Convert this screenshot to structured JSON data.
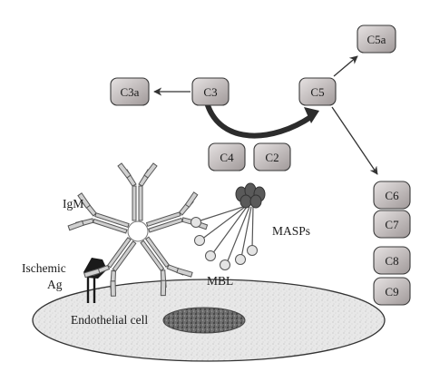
{
  "components": {
    "c3": "C3",
    "c3a": "C3a",
    "c5": "C5",
    "c5a": "C5a",
    "c4": "C4",
    "c2": "C2",
    "mac": [
      "C6",
      "C7",
      "C8",
      "C9"
    ]
  },
  "labels": {
    "igm": "IgM",
    "masps": "MASPs",
    "mbl": "MBL",
    "ischemic": "Ischemic",
    "ag": "Ag",
    "endothelial": "Endothelial cell"
  },
  "colors": {
    "box_fill_light": "#d9d4d4",
    "box_fill_dark": "#a8a1a1",
    "box_stroke": "#3a3a3a",
    "arrow": "#333333"
  }
}
